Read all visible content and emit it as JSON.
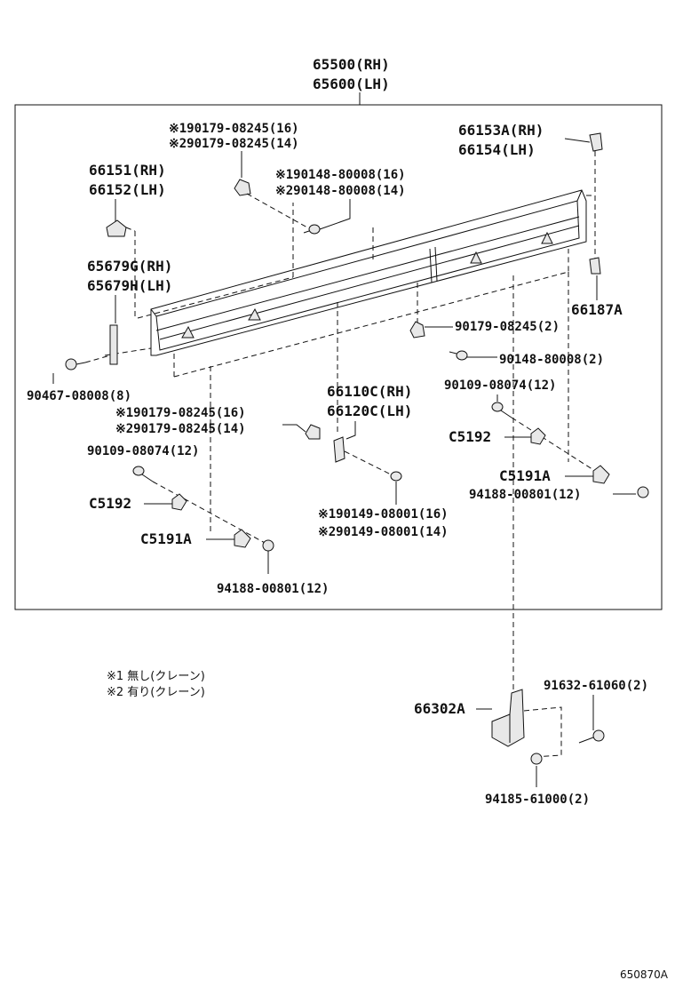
{
  "labels": {
    "assembly_rh": "65500(RH)",
    "assembly_lh": "65600(LH)",
    "screw_a1": "※190179-08245(16)",
    "screw_a2": "※290179-08245(14)",
    "bolt_b1": "※190148-80008(16)",
    "bolt_b2": "※290148-80008(14)",
    "bracket_rh": "66153A(RH)",
    "bracket_lh": "66154(LH)",
    "plate_rh": "66151(RH)",
    "plate_lh": "66152(LH)",
    "hinge_rh": "65679G(RH)",
    "hinge_lh": "65679H(LH)",
    "stopper": "66187A",
    "nut_right_top": "90179-08245(2)",
    "bolt_right_top": "90148-80008(2)",
    "clip_left": "90467-08008(8)",
    "bolt_right_mid": "90109-08074(12)",
    "screw_c1": "※190179-08245(16)",
    "screw_c2": "※290179-08245(14)",
    "support_rh": "66110C(RH)",
    "support_lh": "66120C(LH)",
    "bolt_left_mid": "90109-08074(12)",
    "c5192_right": "C5192",
    "c5191a_right": "C5191A",
    "nut_right_low": "94188-00801(12)",
    "c5192_left": "C5192",
    "c5191a_left": "C5191A",
    "bolt_d1": "※190149-08001(16)",
    "bolt_d2": "※290149-08001(14)",
    "nut_left_low": "94188-00801(12)",
    "legend_1": "※1 無し(クレーン)",
    "legend_2": "※2 有り(クレーン)",
    "guide": "66302A",
    "bolt_guide": "91632-61060(2)",
    "nut_guide": "94185-61000(2)",
    "figure_ref": "650870A"
  }
}
